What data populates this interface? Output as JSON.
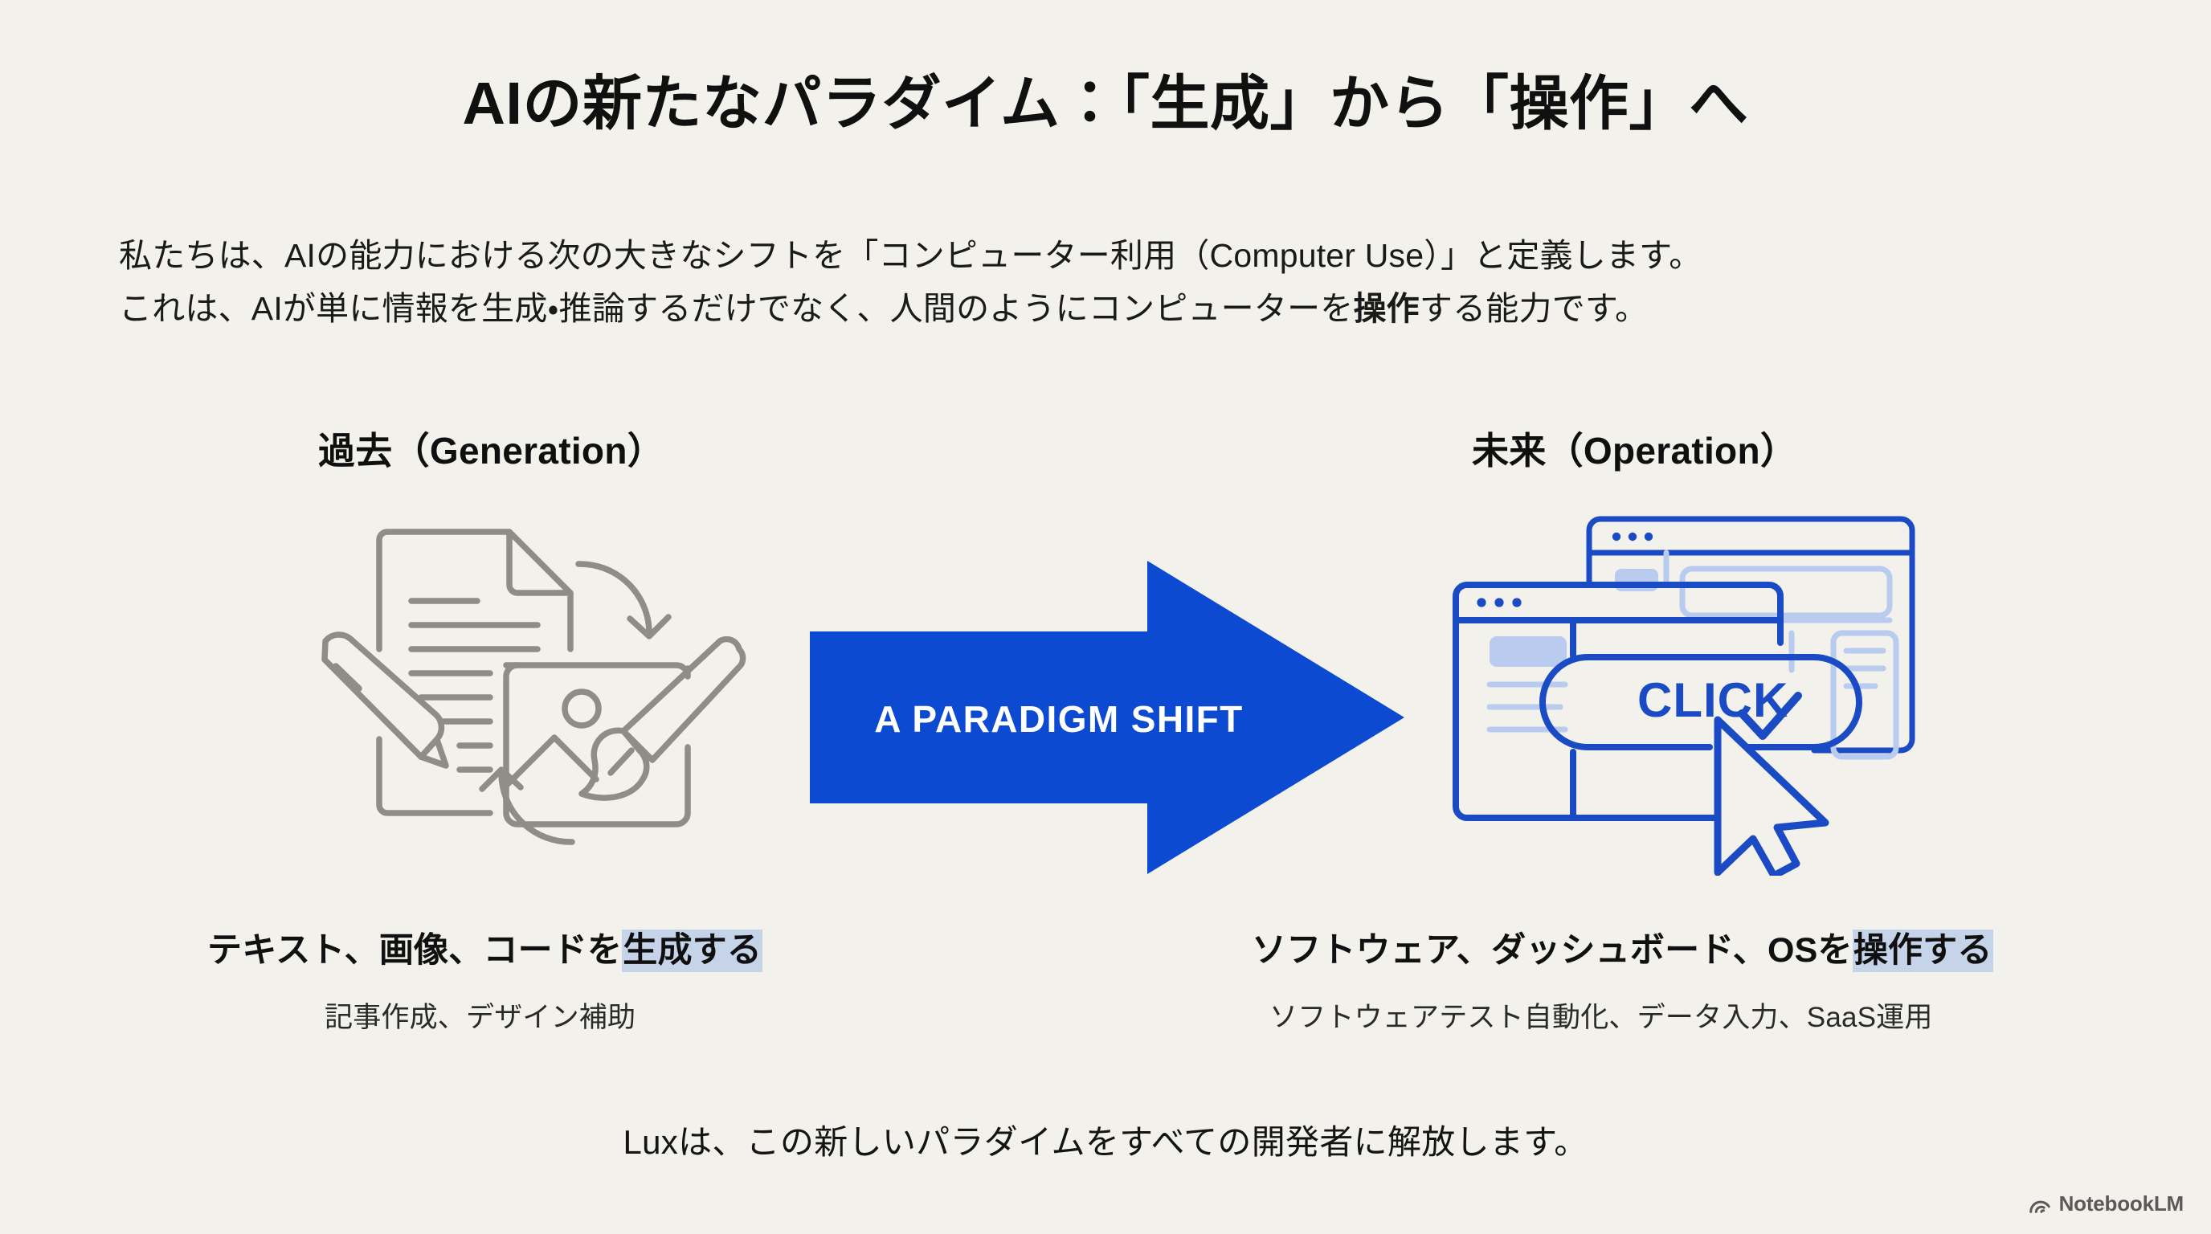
{
  "slide": {
    "background_color": "#f2f1ec",
    "title": "AIの新たなパラダイム：「生成」から「操作」へ",
    "intro": {
      "line1": "私たちは、AIの能力における次の大きなシフトを「コンピューター利用（Computer Use）」と定義します。",
      "line2_part1": "これは、AIが単に情報を生成・推論するだけでなく、人間のようにコンピューターを",
      "line2_bold": "操作",
      "line2_part3": "する能力です。"
    },
    "columns": {
      "left": {
        "heading": "過去（Generation）",
        "illustration_name": "document-pencil-image-brush-cycle-illustration",
        "illustration_color": "#8e8e86",
        "main_label_plain": "テキスト、画像、コードを",
        "main_label_highlight": "生成する",
        "sub_label": "記事作成、デザイン補助"
      },
      "right": {
        "heading": "未来（Operation）",
        "illustration_name": "browser-windows-click-cursor-illustration",
        "illustration_color": "#1b4bc4",
        "illustration_color_light": "#b9cbef",
        "click_button_label": "CLICK",
        "main_label_plain": "ソフトウェア、ダッシュボード、OSを",
        "main_label_highlight": "操作する",
        "sub_label": "ソフトウェアテスト自動化、データ入力、SaaS運用"
      }
    },
    "arrow": {
      "label": "A PARADIGM SHIFT",
      "color": "#0c4ad2"
    },
    "highlight_color": "#c6d4ea",
    "footer": "Luxは、この新しいパラダイムをすべての開発者に解放します。",
    "watermark": {
      "text": "NotebookLM",
      "icon": "notebooklm-arc-icon"
    }
  }
}
